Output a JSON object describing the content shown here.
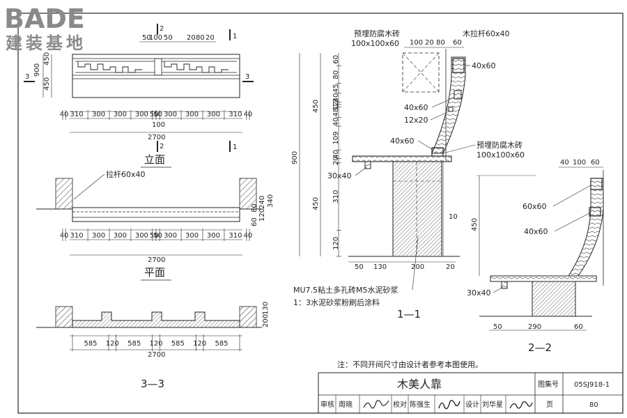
{
  "logo": {
    "brand": "BADE",
    "cn": "建装基地"
  },
  "elevation": {
    "title": "立面",
    "section_marks": [
      "2",
      "1",
      "3",
      "3",
      "2",
      "1"
    ],
    "top_dims": [
      "50",
      "100",
      "50",
      "20",
      "80",
      "20"
    ],
    "side_dims": [
      "900",
      "450",
      "450"
    ],
    "bottom_dims": [
      "40",
      "310",
      "300",
      "300",
      "300",
      "50",
      "50",
      "300",
      "300",
      "300",
      "310",
      "40"
    ],
    "mid_dim": "100",
    "total": "2700"
  },
  "plan": {
    "title": "平面",
    "rail_label": "拉杆60x40",
    "right_dims": [
      "60",
      "80",
      "240",
      "340",
      "120"
    ],
    "bottom_dims": [
      "40",
      "310",
      "300",
      "300",
      "300",
      "50",
      "50",
      "300",
      "300",
      "300",
      "310",
      "40"
    ],
    "total": "2700"
  },
  "section33": {
    "title": "3—3",
    "dims": [
      "585",
      "120",
      "585",
      "120",
      "585",
      "120",
      "585"
    ],
    "right_dims": [
      "200",
      "130"
    ],
    "total": "2700"
  },
  "section11": {
    "title": "1—1",
    "label_brick_top": "预埋防腐木砖",
    "label_brick_top_size": "100x100x60",
    "label_rail": "木拉杆60x40",
    "top_dims": [
      "100",
      "20",
      "80",
      "60"
    ],
    "member_labels": [
      "40x60",
      "40x60",
      "12x20",
      "40x60",
      "30x40"
    ],
    "label_brick_mid": "预埋防腐木砖",
    "label_brick_mid_size": "100x100x60",
    "left_dims_outer": [
      "900",
      "450",
      "450"
    ],
    "left_dims_inner": [
      "60",
      "80",
      "45",
      "40",
      "12",
      "12",
      "48",
      "40",
      "109",
      "40",
      "20",
      "310",
      "120"
    ],
    "bottom_dims": [
      "50",
      "130",
      "200",
      "20"
    ],
    "side_dim": "10",
    "note_line1": "MU7.5粘土多孔砖M5水泥砂浆",
    "note_line2": "1：3水泥砂浆粉刷后涂料"
  },
  "section22": {
    "title": "2—2",
    "top_dims": [
      "40",
      "100",
      "60"
    ],
    "member_labels": [
      "60x60",
      "40x60",
      "30x40"
    ],
    "side_dim": "450",
    "bottom_dims": [
      "50",
      "290",
      "60"
    ]
  },
  "note": "注：不同开间尺寸由设计者参考本图使用。",
  "title_block": {
    "title": "木美人靠",
    "atlas_label": "图集号",
    "atlas_no": "05SJ918-1",
    "page_label": "页",
    "page_no": "80",
    "review_label": "审核",
    "reviewer": "周晓",
    "check_label": "校对",
    "checker": "陈强生",
    "design_label": "设计",
    "designer": "刘华星"
  }
}
